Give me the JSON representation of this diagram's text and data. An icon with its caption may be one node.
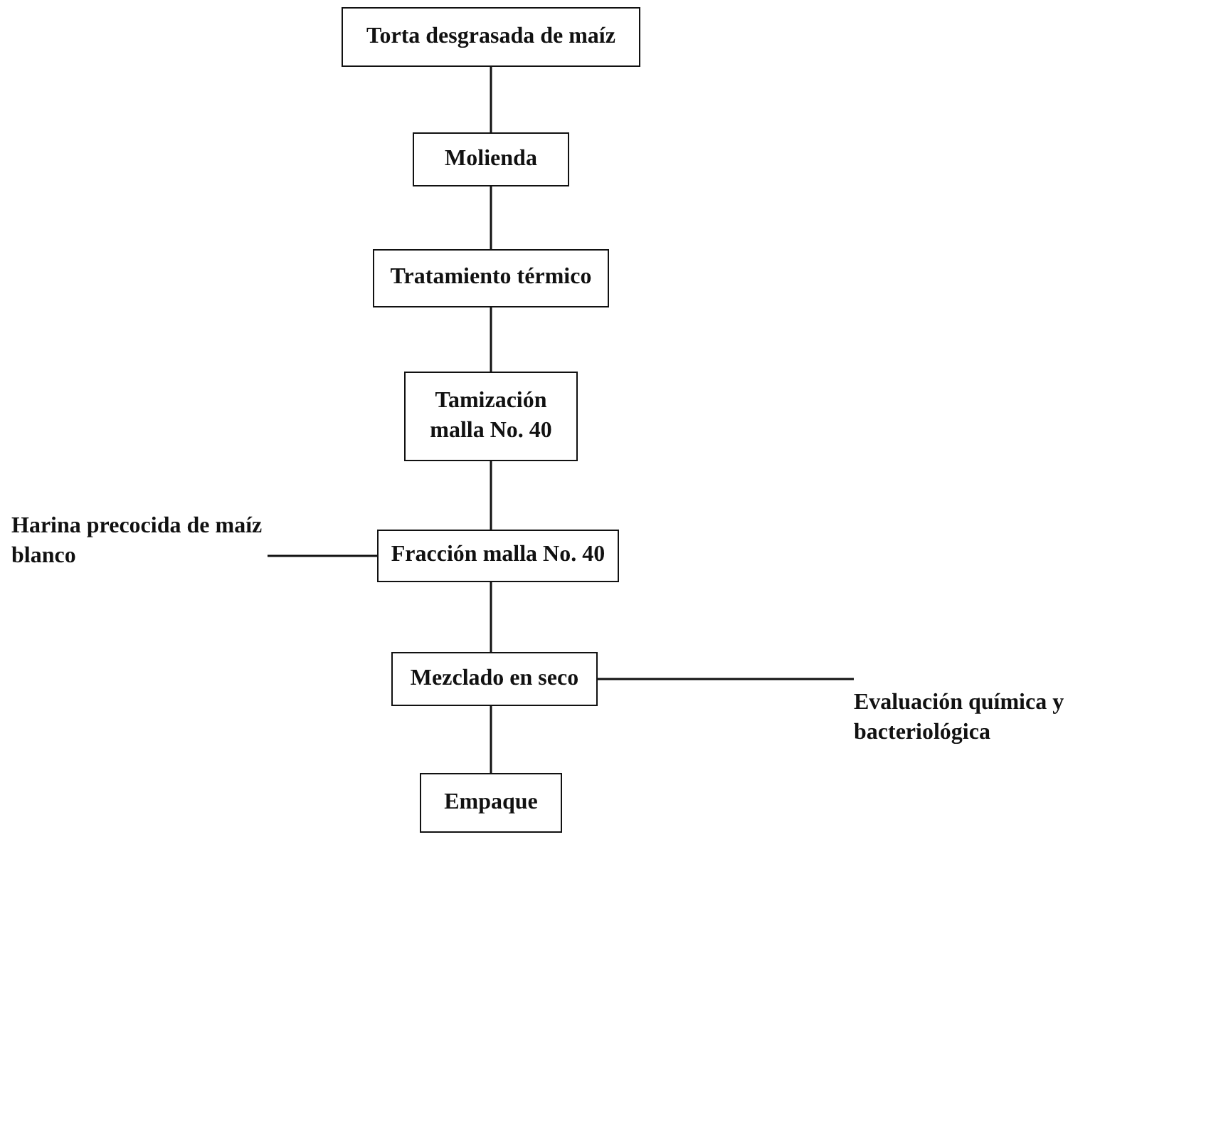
{
  "diagram": {
    "nodes": [
      {
        "text": [
          "Torta desgrasada de maíz"
        ]
      },
      {
        "text": [
          "Molienda"
        ]
      },
      {
        "text": [
          "Tratamiento térmico"
        ]
      },
      {
        "text": [
          "Tamización malla No. 40"
        ]
      },
      {
        "text": [
          "Harina precocida de maíz blanco"
        ]
      },
      {
        "text": [
          "Fracción malla No. 40"
        ]
      },
      {
        "text": [
          "Mezclado en seco"
        ]
      },
      {
        "text": [
          "Evaluación química y bacteriológica"
        ]
      },
      {
        "text": [
          "Empaque"
        ]
      }
    ],
    "edges": [
      {
        "from": 0,
        "to": 1,
        "arrow": "none"
      },
      {
        "from": 1,
        "to": 2,
        "arrow": "none"
      },
      {
        "from": 2,
        "to": 3,
        "arrow": "none"
      },
      {
        "from": 3,
        "to": 5,
        "arrow": "none"
      },
      {
        "from": 4,
        "to": 5,
        "arrow": "none"
      },
      {
        "from": 5,
        "to": 6,
        "arrow": "none"
      },
      {
        "from": 6,
        "to": 7,
        "arrow": "none"
      },
      {
        "from": 6,
        "to": 8,
        "arrow": "none"
      }
    ]
  }
}
